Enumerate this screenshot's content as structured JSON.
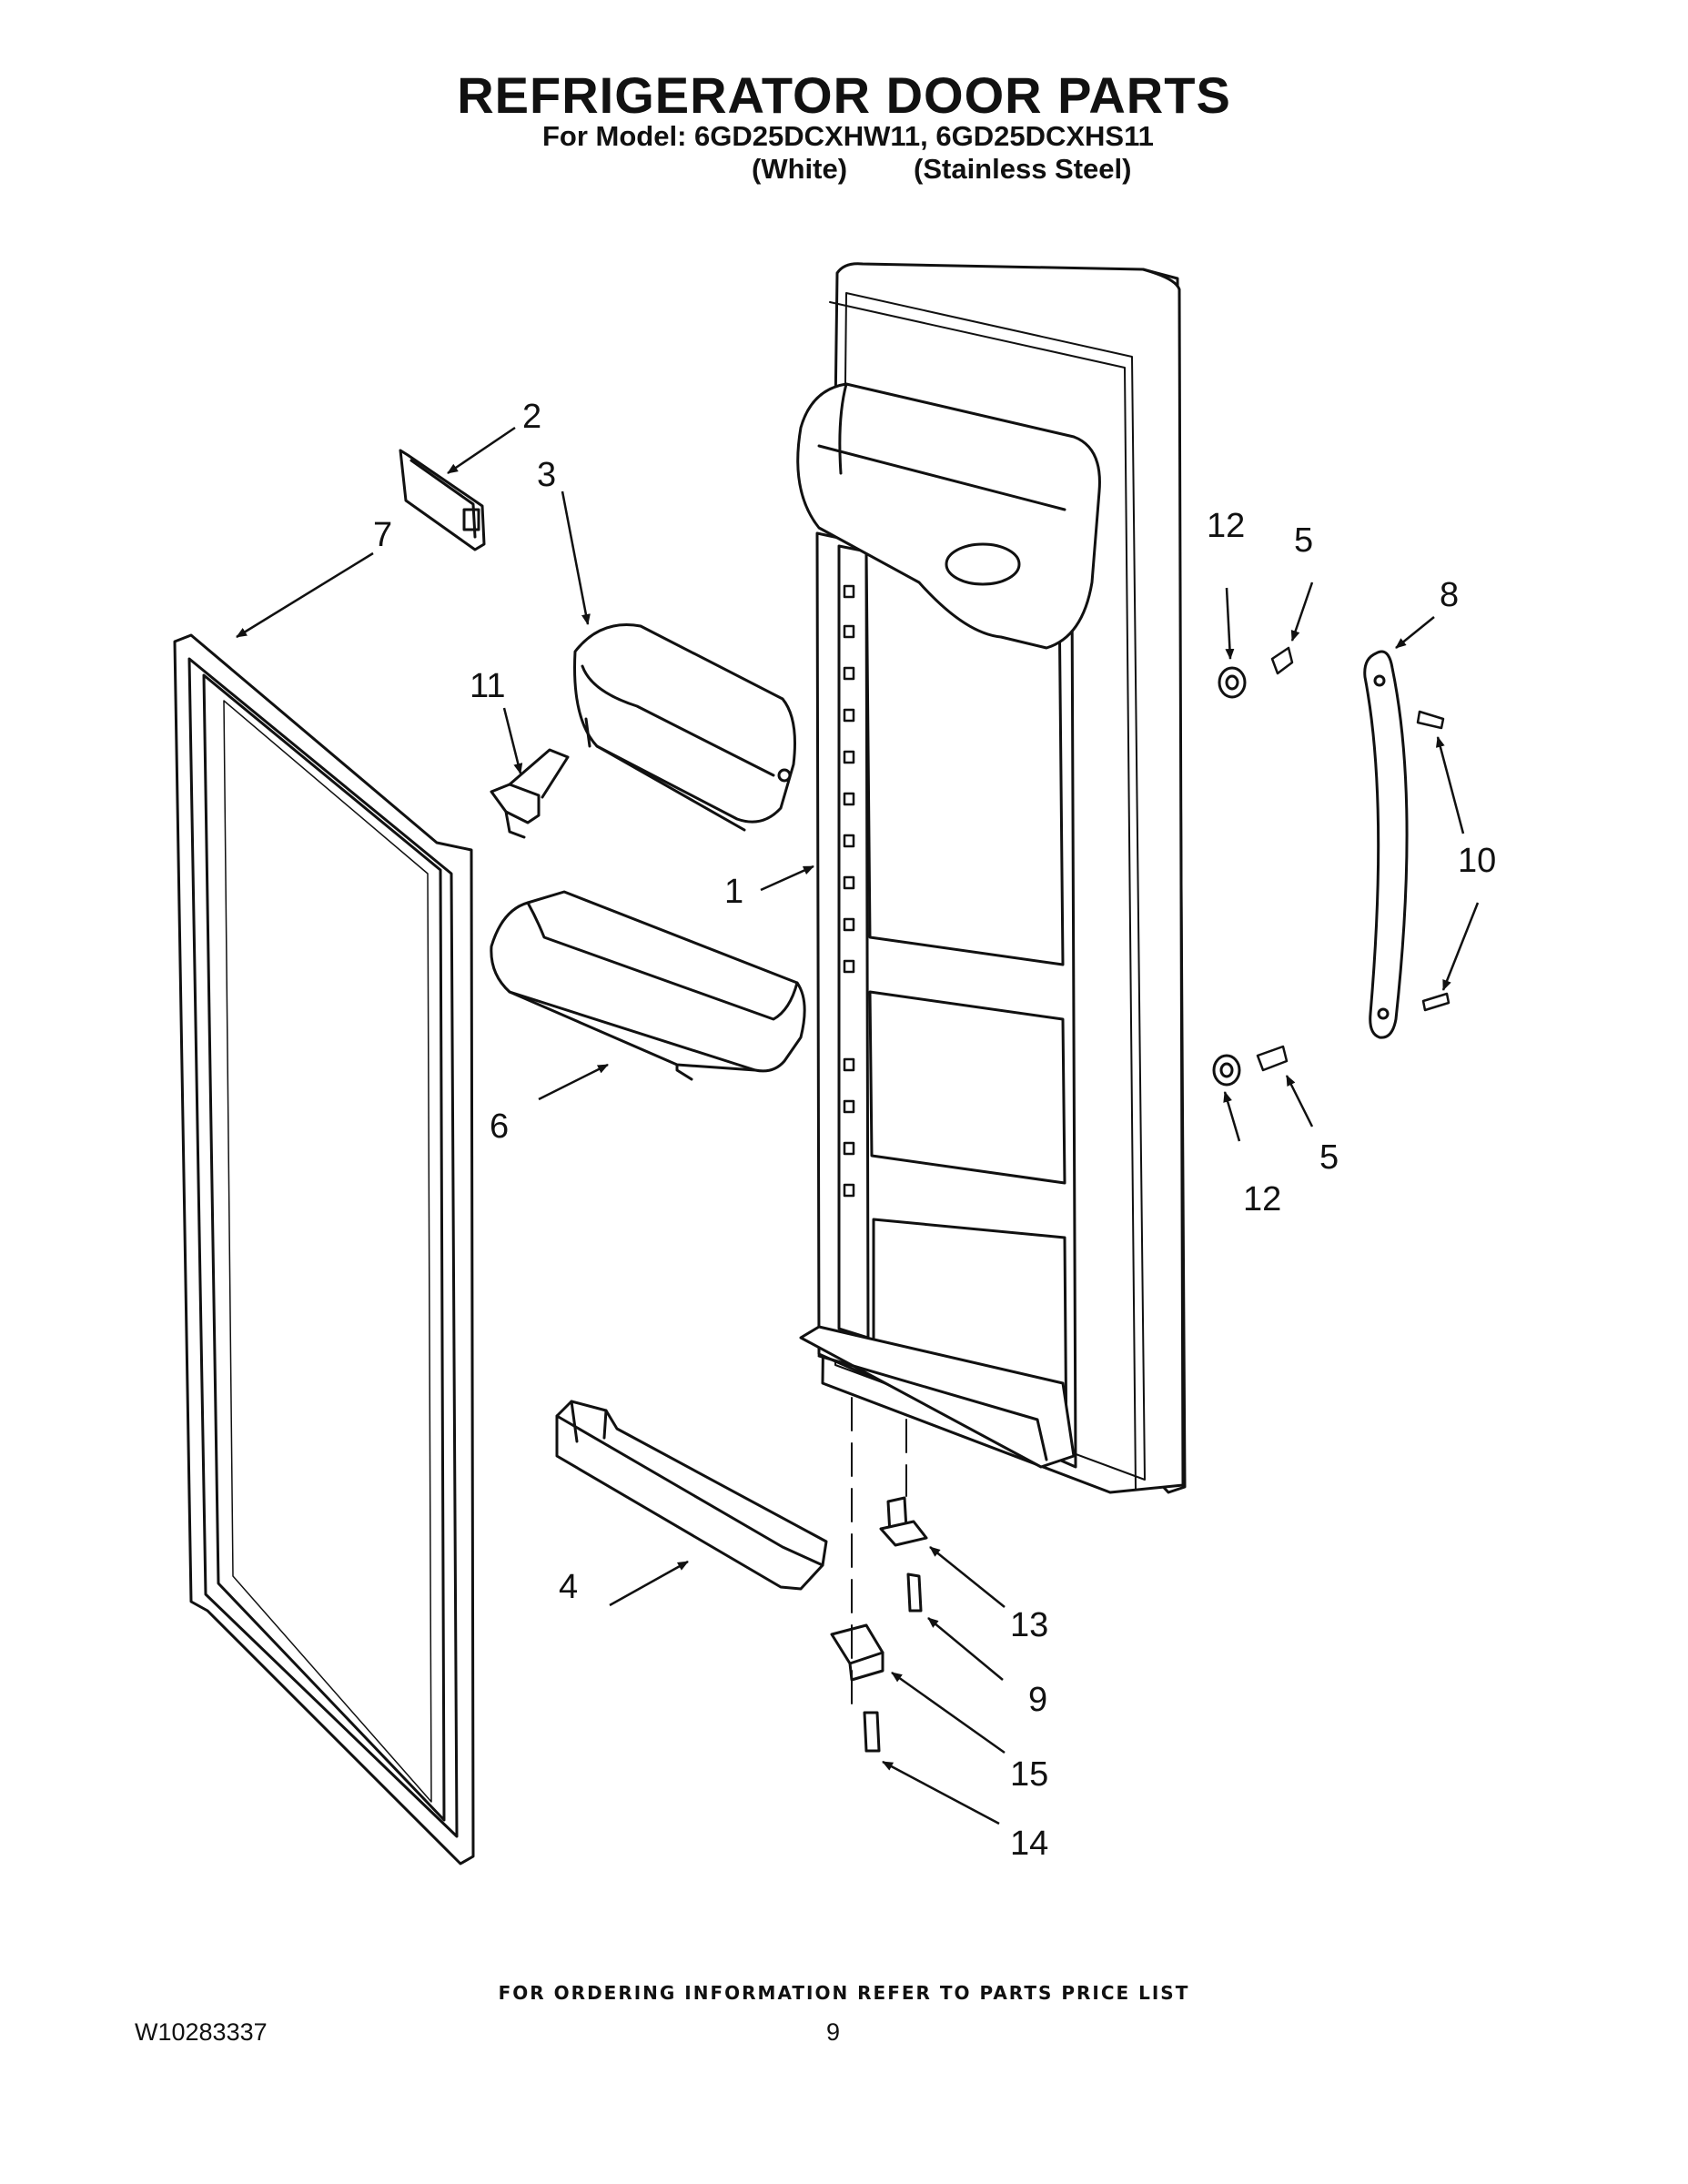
{
  "header": {
    "title": "REFRIGERATOR DOOR PARTS",
    "model_line": "For Model: 6GD25DCXHW11, 6GD25DCXHS11",
    "variant_white": "(White)",
    "variant_steel": "(Stainless Steel)"
  },
  "callouts": {
    "c1": "1",
    "c2": "2",
    "c3": "3",
    "c4": "4",
    "c5a": "5",
    "c5b": "5",
    "c6": "6",
    "c7": "7",
    "c8": "8",
    "c9": "9",
    "c10": "10",
    "c11": "11",
    "c12a": "12",
    "c12b": "12",
    "c13": "13",
    "c14": "14",
    "c15": "15"
  },
  "footer": {
    "ordering_info": "FOR ORDERING INFORMATION REFER TO PARTS PRICE LIST",
    "doc_number": "W10283337",
    "page_number": "9"
  }
}
